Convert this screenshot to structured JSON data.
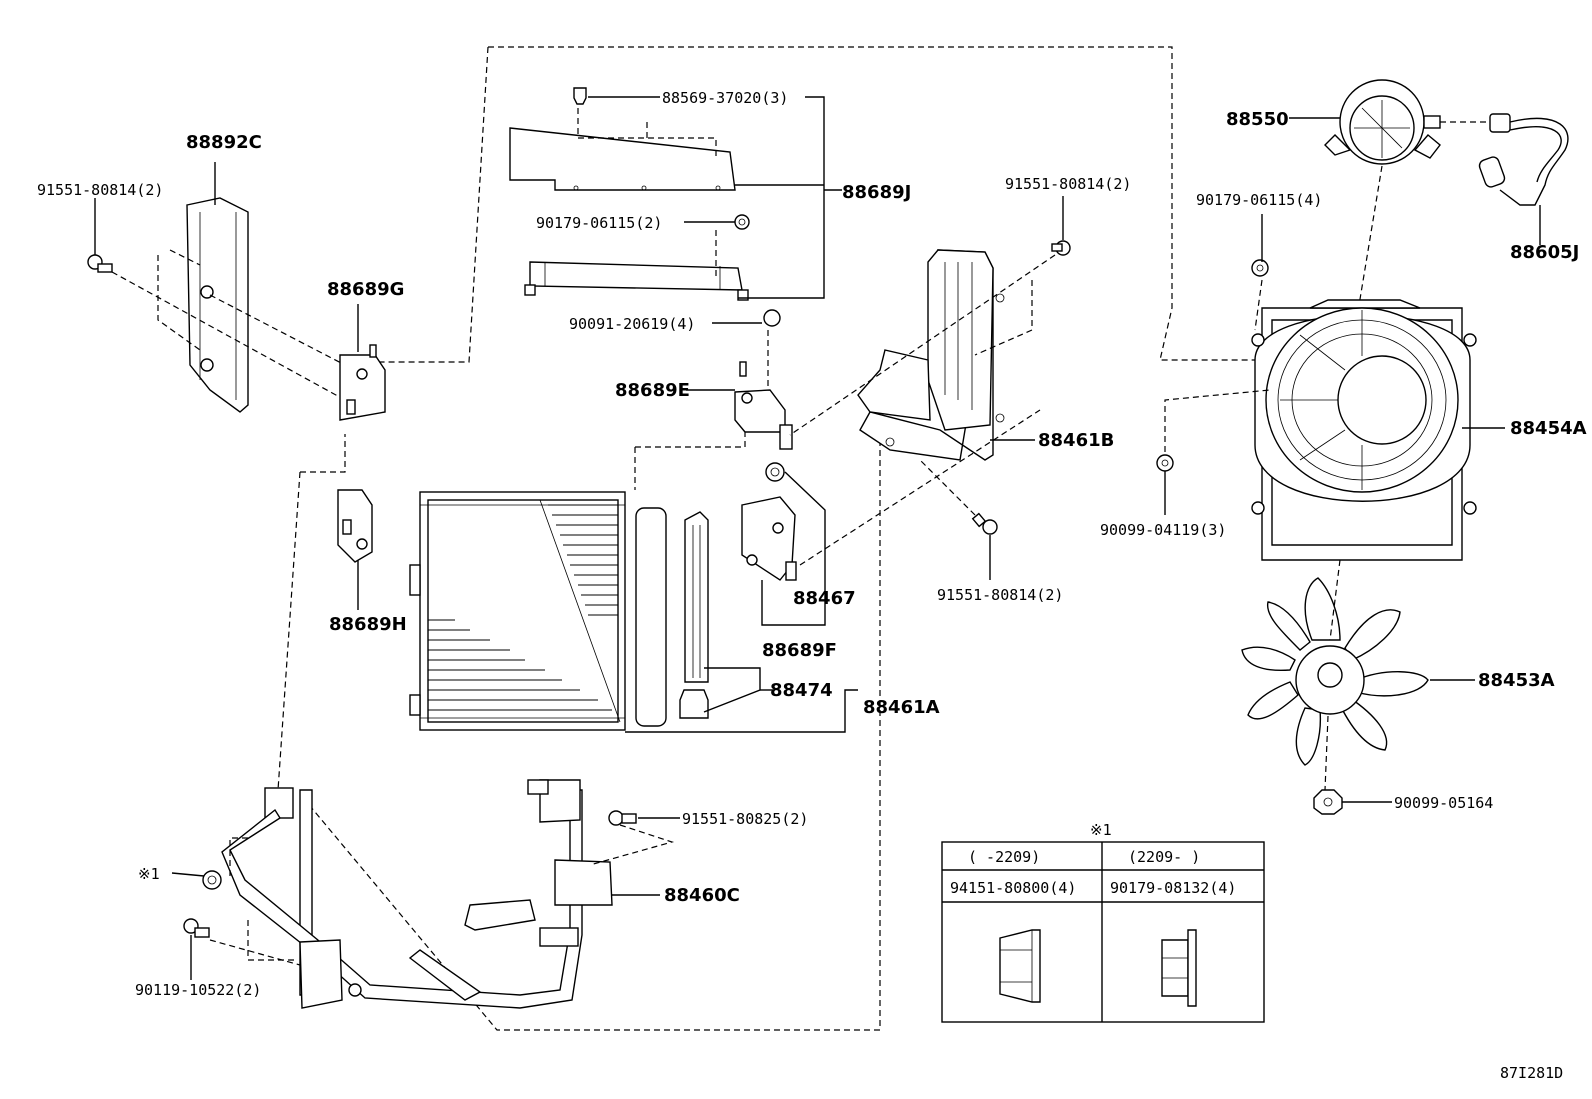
{
  "labels": {
    "p88569": "88569-37020(3)",
    "p88689J": "88689J",
    "p90179_06115_2": "90179-06115(2)",
    "p90091": "90091-20619(4)",
    "p88689E": "88689E",
    "p88892C": "88892C",
    "p91551_tl": "91551-80814(2)",
    "p88689G": "88689G",
    "p88689H": "88689H",
    "p91551_mid": "91551-80814(2)",
    "p88461B": "88461B",
    "p91551_low": "91551-80814(2)",
    "p88467": "88467",
    "p88689F": "88689F",
    "p88474": "88474",
    "p88461A": "88461A",
    "p88550": "88550",
    "p90179_06115_4": "90179-06115(4)",
    "p88605J": "88605J",
    "p88454A": "88454A",
    "p90099_04119": "90099-04119(3)",
    "p88453A": "88453A",
    "p90099_05164": "90099-05164",
    "p91551_80825": "91551-80825(2)",
    "p88460C": "88460C",
    "p_note1": "※1",
    "p90119": "90119-10522(2)",
    "diagram_id": "87I281D"
  },
  "note_table": {
    "mark": "※1",
    "col1_header": "(      -2209)",
    "col2_header": "(2209-      )",
    "col1_part": "94151-80800(4)",
    "col2_part": "90179-08132(4)"
  }
}
